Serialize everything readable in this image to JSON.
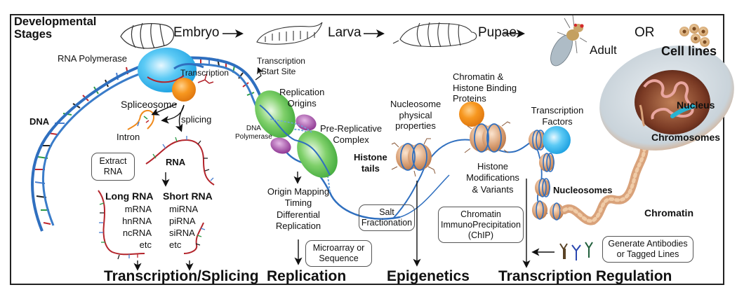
{
  "header": {
    "title": "Developmental Stages",
    "title_lines": [
      "Developmental",
      "Stages"
    ],
    "stages": [
      {
        "label": "Embryo",
        "icon": "embryo-icon"
      },
      {
        "label": "Larva",
        "icon": "larva-icon"
      },
      {
        "label": "Pupae",
        "icon": "pupae-icon"
      },
      {
        "label": "Adult",
        "icon": "adult-fly-icon"
      }
    ],
    "or_label": "OR",
    "cell_lines_label": "Cell lines"
  },
  "transcription": {
    "dna_label": "DNA",
    "rna_polymerase_label": "RNA Polymerase",
    "transcription_label": "Transcription",
    "tss_lines": [
      "Transcription",
      "Start Site"
    ],
    "spliceosome_label": "Spliceosome",
    "splicing_label": "splicing",
    "intron_label": "Intron",
    "extract_box_lines": [
      "Extract",
      "RNA"
    ],
    "rna_label": "RNA",
    "long_rna": {
      "title": "Long RNA",
      "items": [
        "mRNA",
        "hnRNA",
        "ncRNA",
        "etc"
      ]
    },
    "short_rna": {
      "title": "Short RNA",
      "items": [
        "miRNA",
        "piRNA",
        "siRNA",
        "etc"
      ]
    },
    "section_label": "Transcription/Splicing"
  },
  "replication": {
    "origins_lines": [
      "Replication",
      "Origins"
    ],
    "dna_polymerase_lines": [
      "DNA",
      "Polymerase"
    ],
    "pre_replicative_lines": [
      "Pre-Replicative",
      "Complex"
    ],
    "assay_lines": [
      "Origin Mapping",
      "Timing",
      "Differential",
      "Replication"
    ],
    "microarray_box_lines": [
      "Microarray or",
      "Sequence"
    ],
    "section_label": "Replication"
  },
  "epigenetics": {
    "nucleosome_props_lines": [
      "Nucleosome",
      "physical",
      "properties"
    ],
    "histone_tails_lines": [
      "Histone",
      "tails"
    ],
    "salt_box_lines": [
      "Salt",
      "Fractionation"
    ],
    "section_label": "Epigenetics"
  },
  "regulation": {
    "binding_proteins_lines": [
      "Chromatin &",
      "Histone Binding",
      "Proteins"
    ],
    "histone_mods_lines": [
      "Histone",
      "Modifications",
      "& Variants"
    ],
    "tf_lines": [
      "Transcription",
      "Factors"
    ],
    "nucleosomes_label": "Nucleosomes",
    "chip_box_lines": [
      "Chromatin",
      "ImmunoPrecipitation",
      "(ChIP)"
    ],
    "antibodies_box_lines": [
      "Generate Antibodies",
      "or Tagged Lines"
    ],
    "section_label": "Transcription Regulation"
  },
  "cell": {
    "nucleus_label": "Nucleus",
    "chromosomes_label": "Chromosomes",
    "chromatin_label": "Chromatin"
  },
  "colors": {
    "dna_blue": "#2f6fbf",
    "polymerase_blue": "#2ab0ee",
    "spliceosome_orange": "#f08a1c",
    "replication_green": "#5cbf4a",
    "prc_purple": "#9a3d9e",
    "histone_tan": "#d9a57a",
    "rna_red": "#b3242b",
    "antibody_colors": [
      "#5a4326",
      "#2a47b0",
      "#1f5e3a"
    ]
  }
}
